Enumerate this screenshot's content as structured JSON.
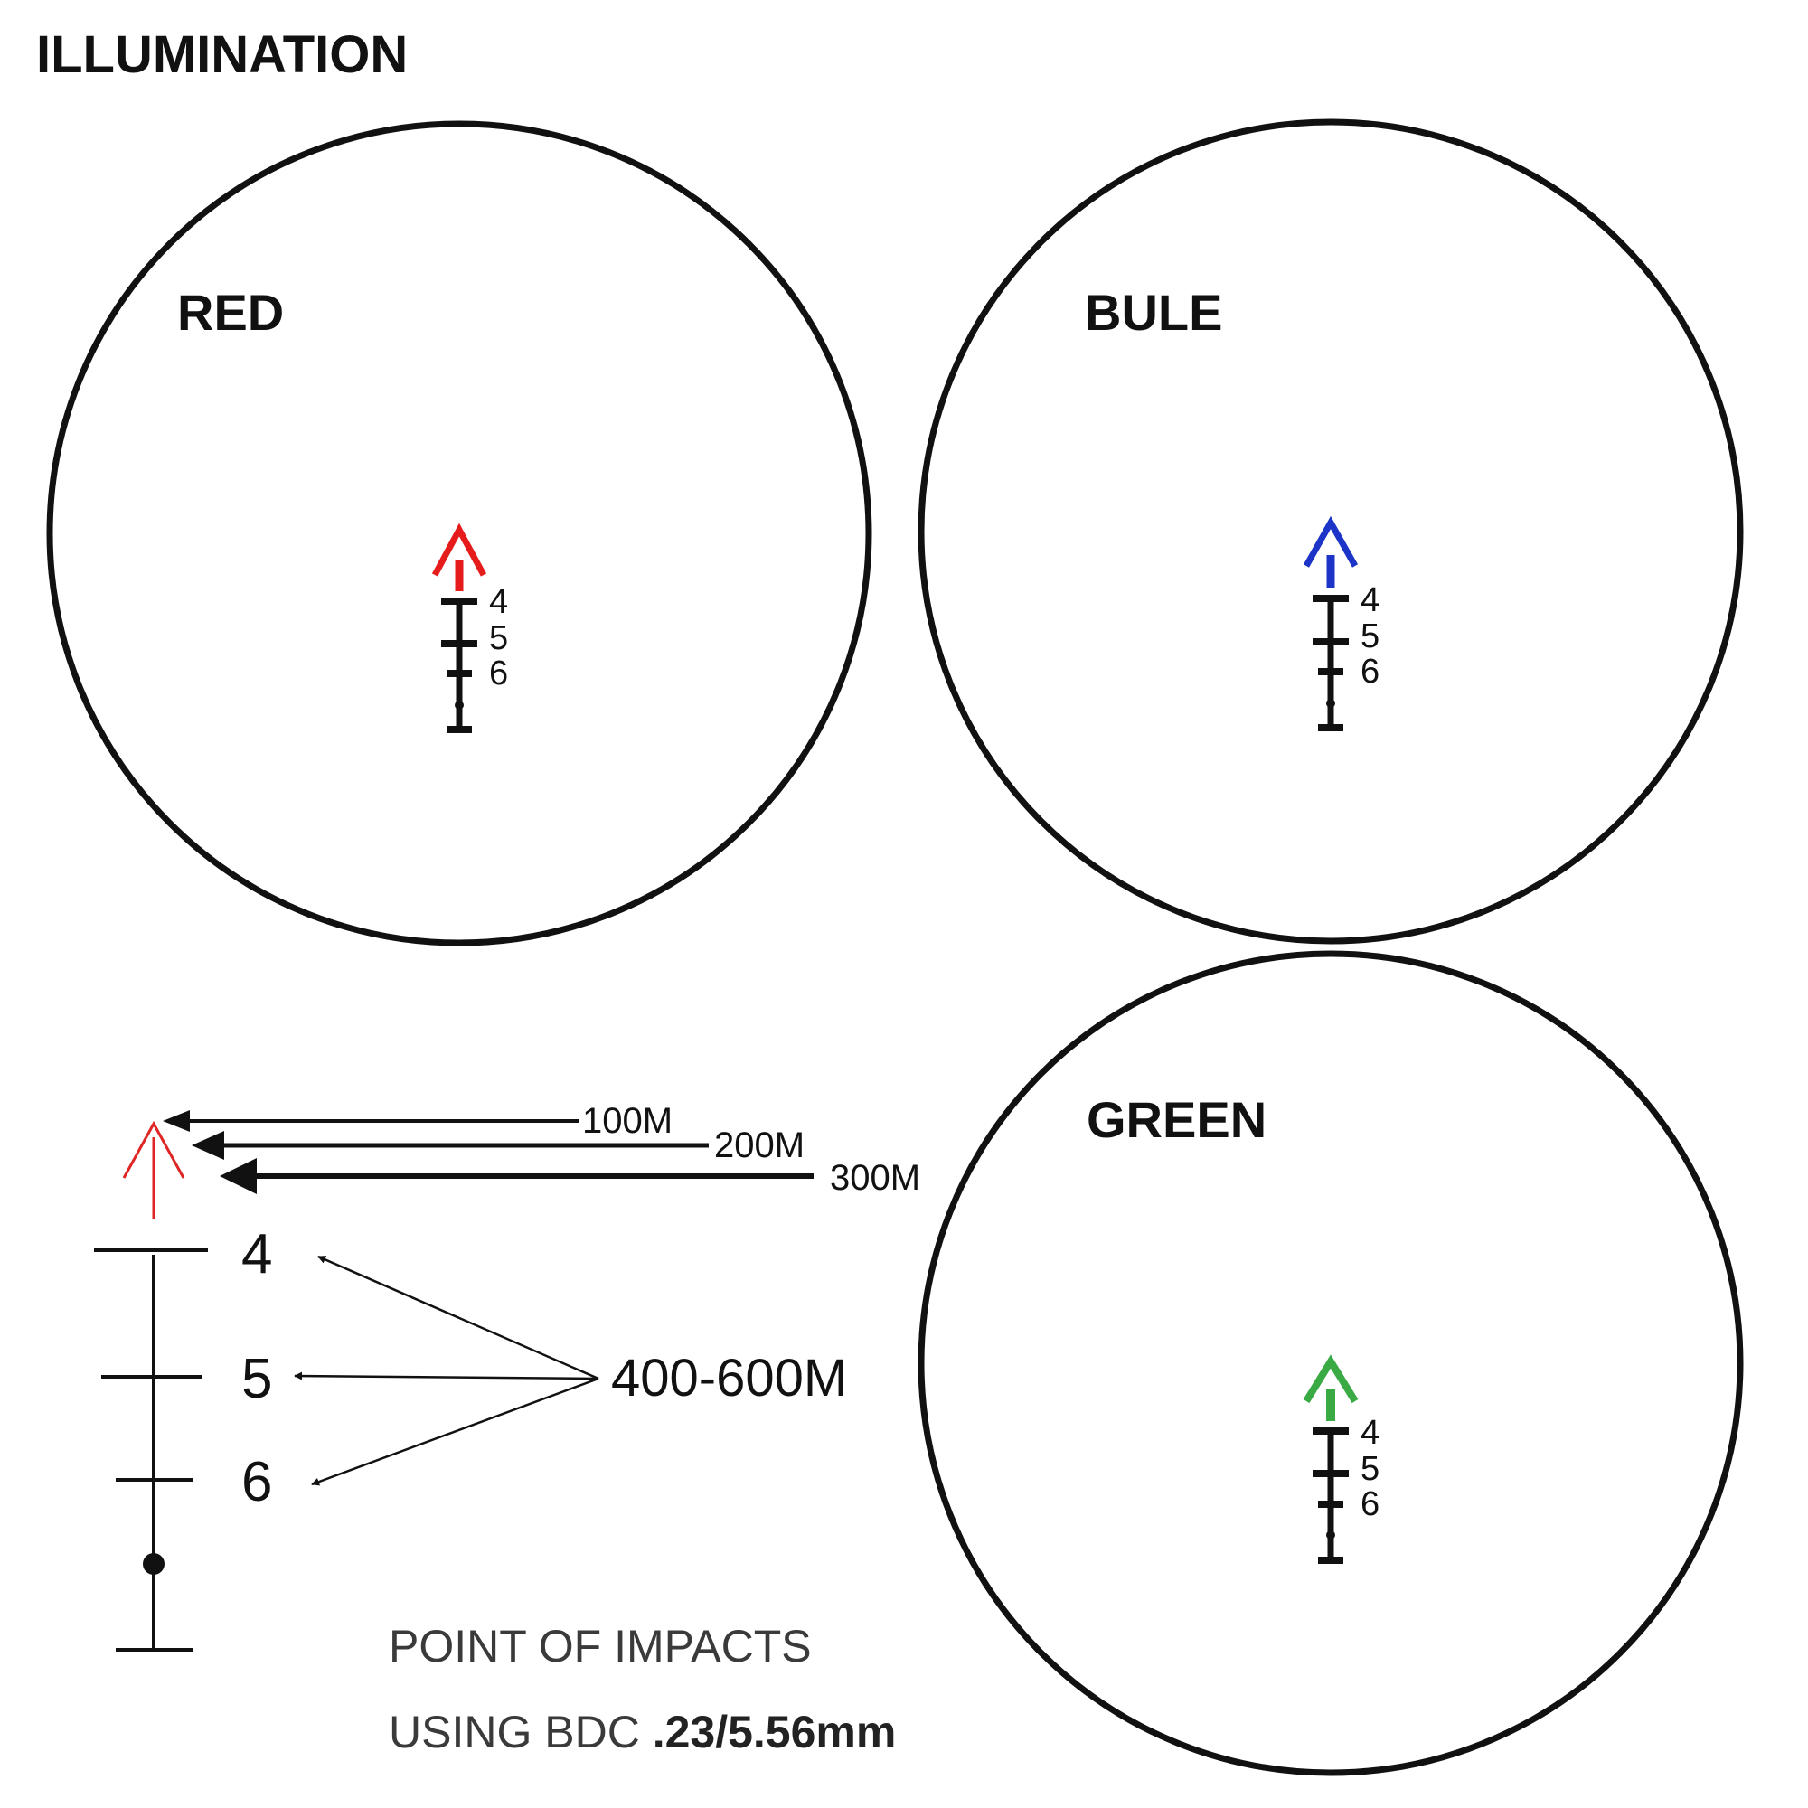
{
  "title": "ILLUMINATION",
  "reticles": [
    {
      "label": "RED",
      "color": "#e61c1c",
      "marks": [
        "4",
        "5",
        "6"
      ]
    },
    {
      "label": "BULE",
      "color": "#1c35c8",
      "marks": [
        "4",
        "5",
        "6"
      ]
    },
    {
      "label": "GREEN",
      "color": "#3aaa45",
      "marks": [
        "4",
        "5",
        "6"
      ]
    }
  ],
  "detail": {
    "chevron_color": "#e02525",
    "range_labels": [
      "100M",
      "200M",
      "300M"
    ],
    "marks": [
      "4",
      "5",
      "6"
    ],
    "hash_range_label": "400-600M"
  },
  "caption": {
    "line1": "POINT OF IMPACTS",
    "line2_prefix": "USING BDC ",
    "line2_bold": ".23/5.56mm"
  },
  "icons": [
    "reticle-circle-icon",
    "chevron-icon",
    "arrow-icon"
  ]
}
